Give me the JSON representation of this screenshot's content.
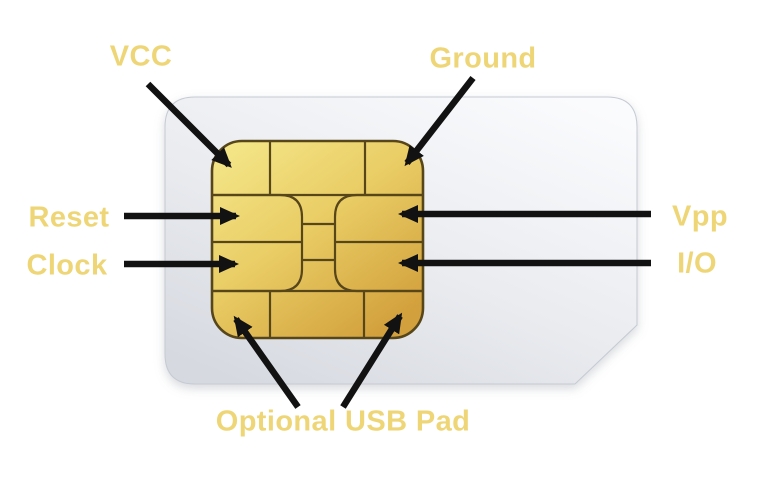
{
  "page": {
    "background": "#ffffff"
  },
  "diagram": {
    "name": "SIM card chip pinout diagram",
    "labels": {
      "vcc": "VCC",
      "ground": "Ground",
      "reset": "Reset",
      "clock": "Clock",
      "vpp": "Vpp",
      "io": "I/O",
      "usb_pad": "Optional USB Pad"
    },
    "colors": {
      "label_text": "#eed677",
      "arrow": "#121212",
      "chip_gold_light": "#f5e98c",
      "chip_gold_mid": "#e9cc64",
      "chip_gold_dark": "#d2a03c",
      "chip_outline": "#57461a",
      "card_light": "#fafbfd",
      "card_dark": "#d6d9e0",
      "card_border": "#c6cad2"
    }
  }
}
